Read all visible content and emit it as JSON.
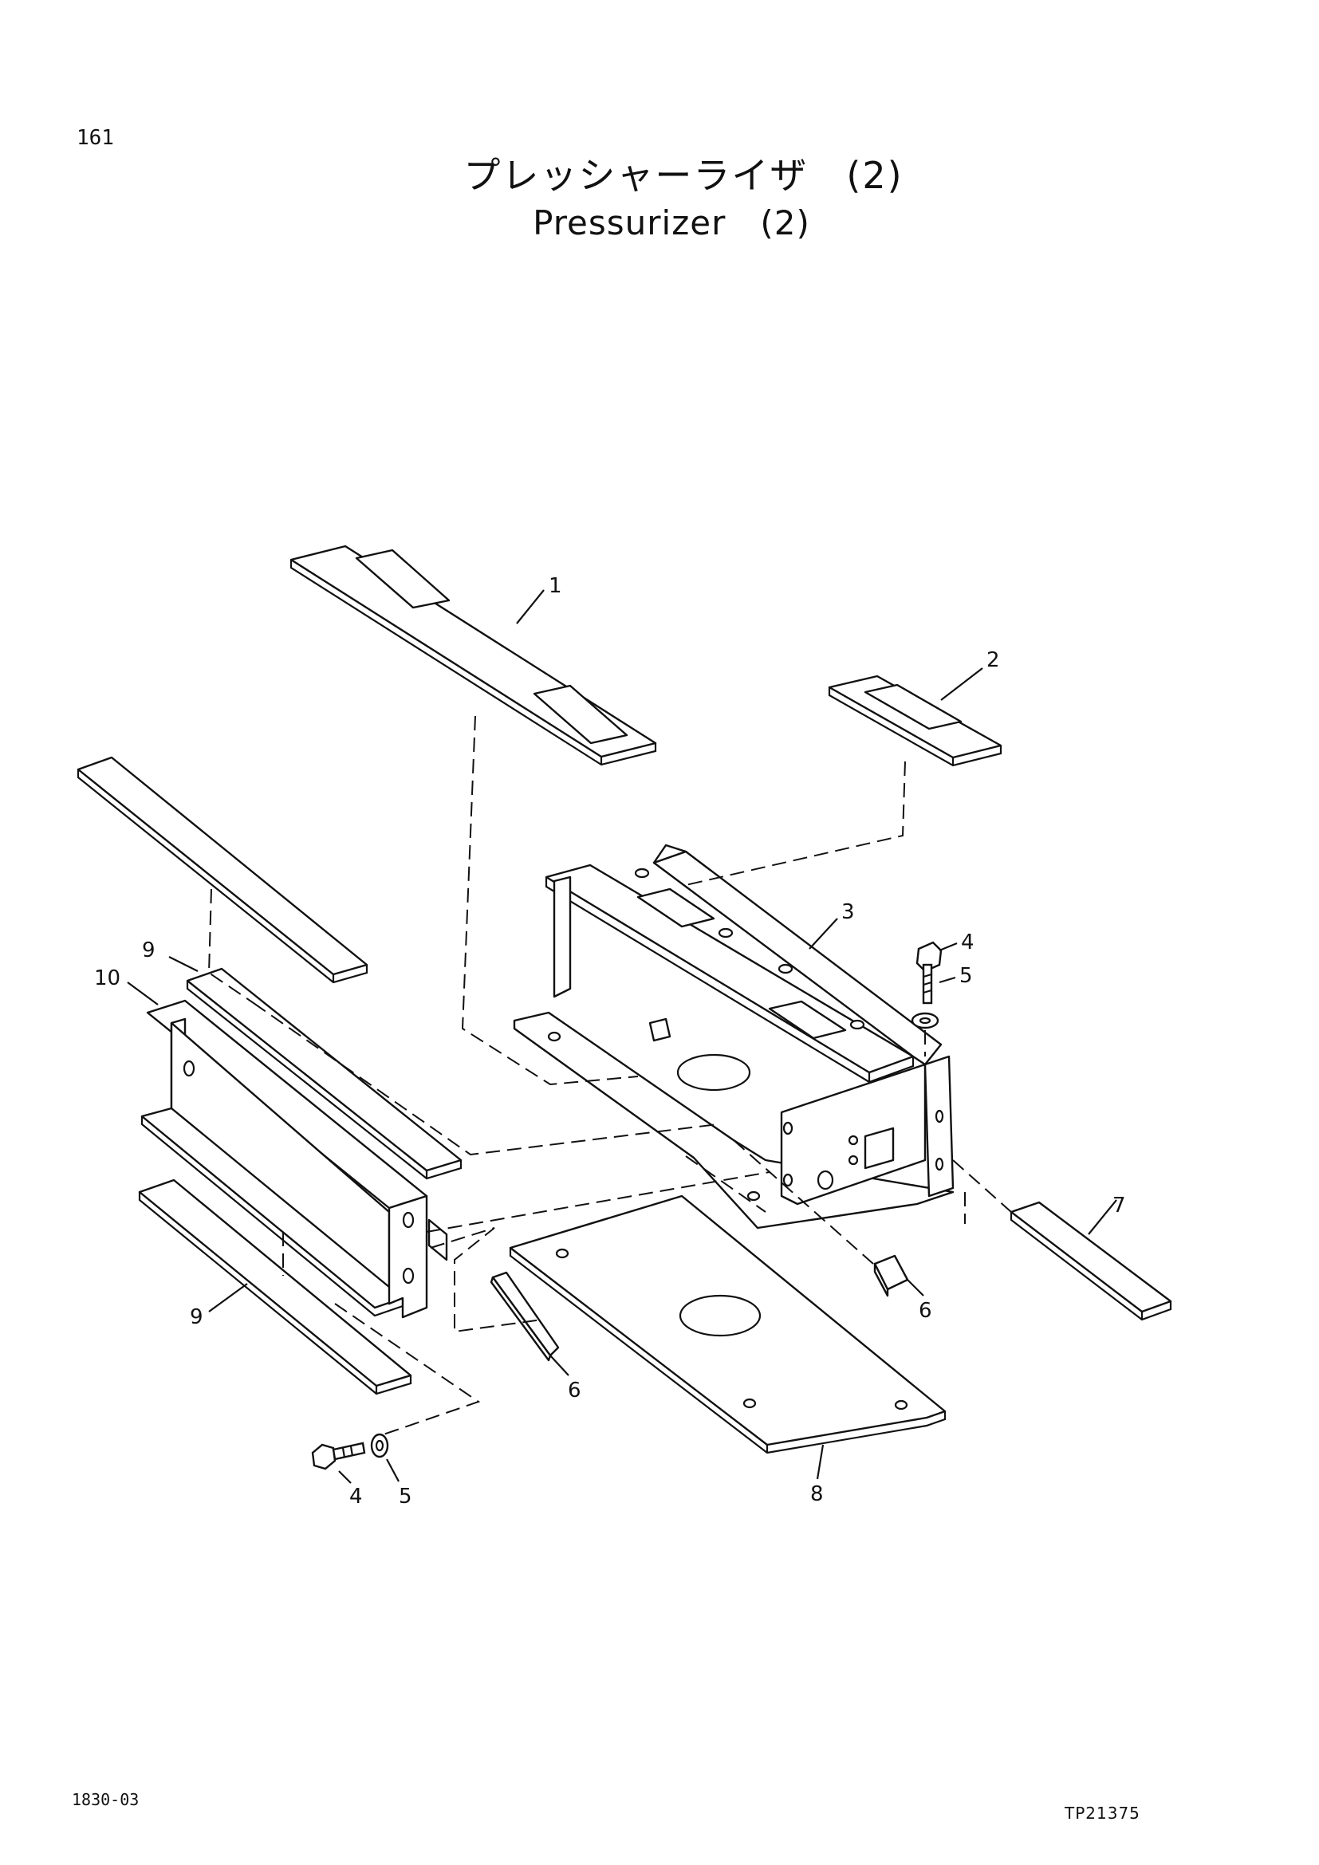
{
  "header": {
    "page_number": "161",
    "title_jp": "プレッシャーライザ　(2)",
    "title_en": "Pressurizer　(2)"
  },
  "footer": {
    "left_code": "1830-03",
    "right_code": "TP21375"
  },
  "callouts": {
    "c1": "1",
    "c2": "2",
    "c3": "3",
    "c4a": "4",
    "c4b": "4",
    "c5a": "5",
    "c5b": "5",
    "c6a": "6",
    "c6b": "6",
    "c7": "7",
    "c8": "8",
    "c9a": "9",
    "c9b": "9",
    "c10": "10"
  }
}
